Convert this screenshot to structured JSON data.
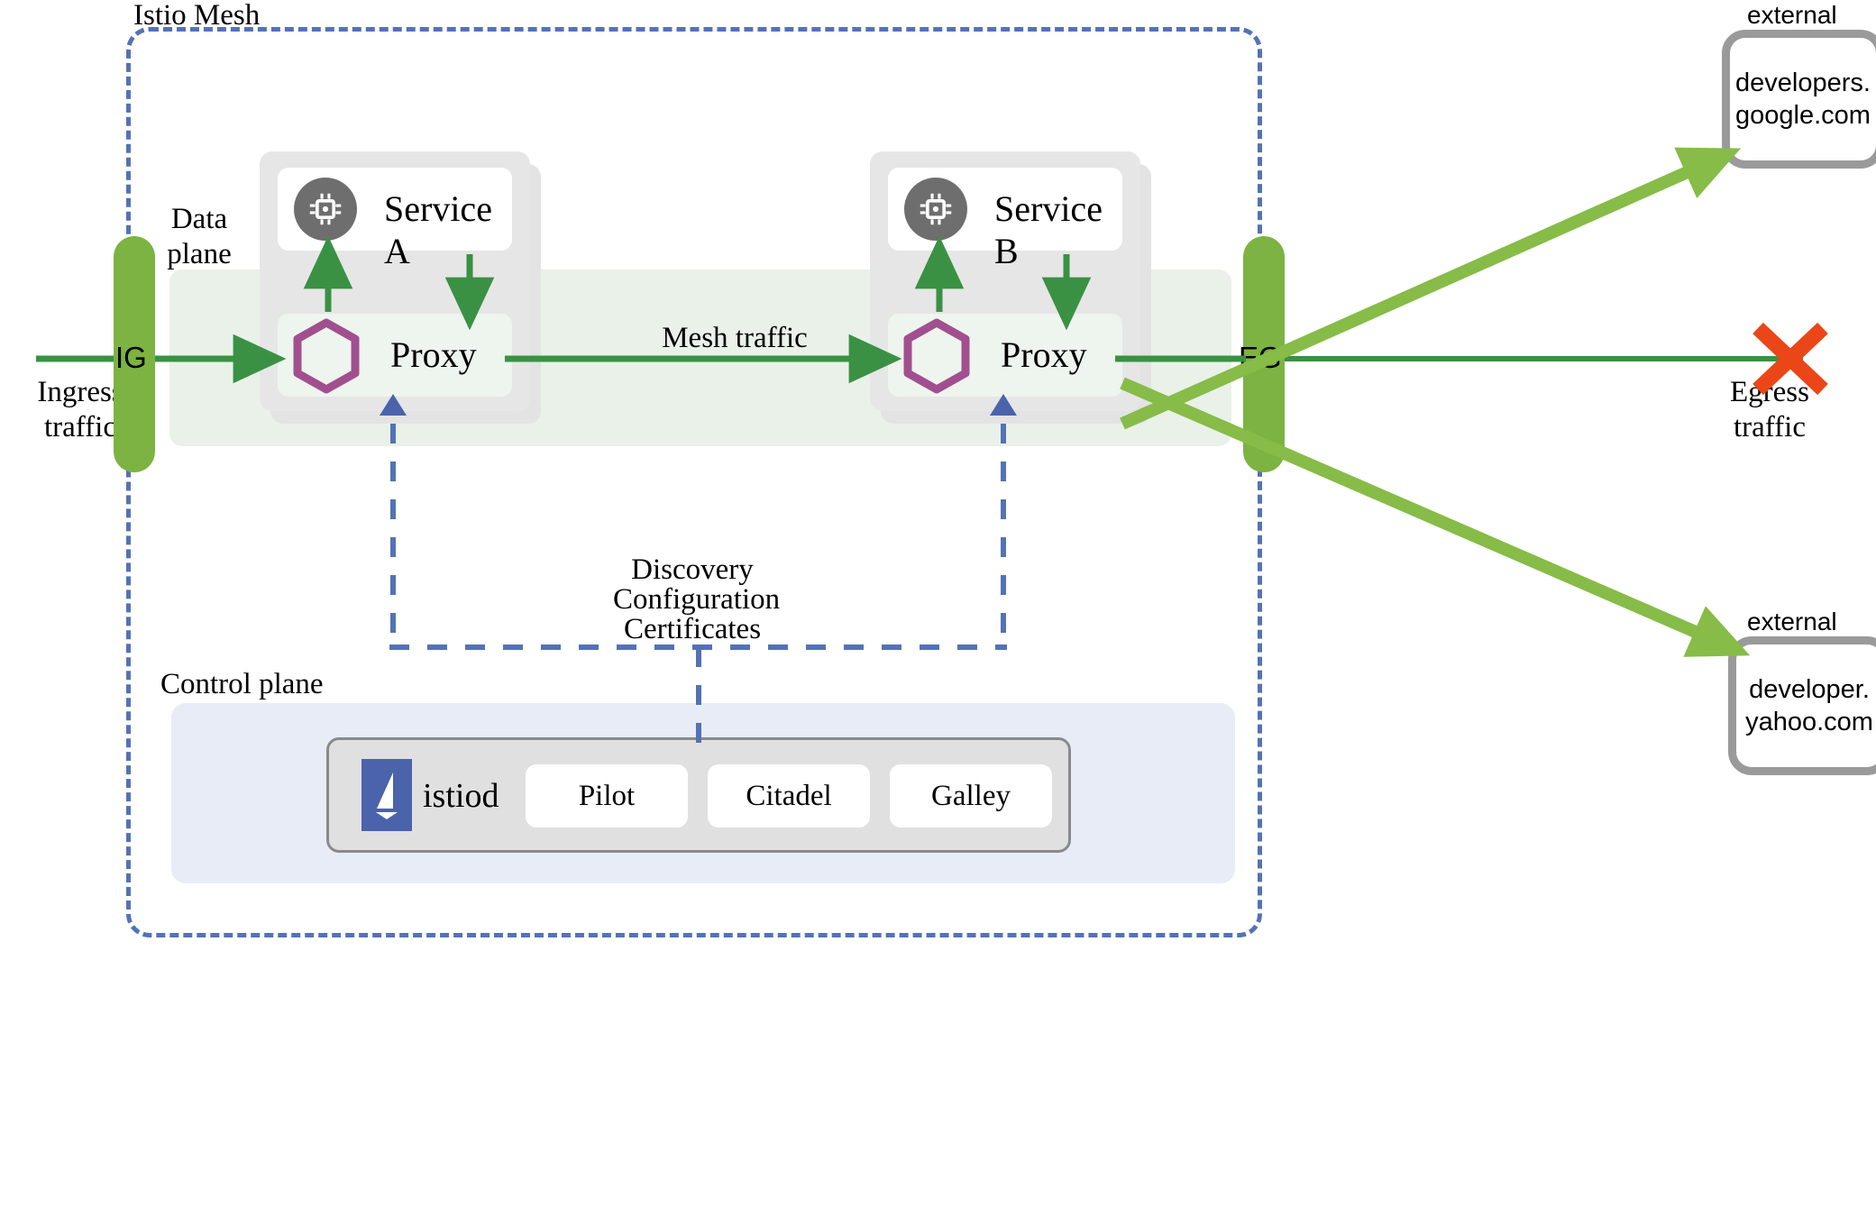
{
  "diagram": {
    "title": "Istio Mesh",
    "mesh_boundary_color": "#5472b5",
    "data_plane_label": "Data\nplane",
    "control_plane_label": "Control plane",
    "mesh_traffic_label": "Mesh traffic",
    "discovery_label": "Discovery\nConfiguration\nCertificates",
    "traffic": {
      "ingress_label": "Ingress\ntraffic",
      "egress_label": "Egress\ntraffic",
      "ingress_gateway": "IG",
      "egress_gateway": "EG",
      "gateway_color": "#7cb342",
      "flow_color": "#3a9143",
      "blocked_marker": "X",
      "blocked_color": "#ea4618"
    },
    "pods": [
      {
        "service_name": "Service A",
        "service_icon": "cpu-chip-icon",
        "proxy_name": "Proxy",
        "proxy_icon": "envoy-hexagon-icon",
        "icon_color": "#6e6e6e",
        "hexagon_color": "#a14f8f"
      },
      {
        "service_name": "Service B",
        "service_icon": "cpu-chip-icon",
        "proxy_name": "Proxy",
        "proxy_icon": "envoy-hexagon-icon",
        "icon_color": "#6e6e6e",
        "hexagon_color": "#a14f8f"
      }
    ],
    "external_services": [
      {
        "caption": "external",
        "host": "developers.\ngoogle.com",
        "border_color": "#9a9a9a"
      },
      {
        "caption": "external",
        "host": "developer.\nyahoo.com",
        "border_color": "#9a9a9a"
      }
    ],
    "control_plane": {
      "istiod_label": "istiod",
      "istiod_logo": "istio-sail-icon",
      "istiod_logo_color": "#4a63ab",
      "panel_color": "#e8ecf7",
      "components": [
        "Pilot",
        "Citadel",
        "Galley"
      ]
    },
    "external_arrow_color": "#86bc47"
  }
}
